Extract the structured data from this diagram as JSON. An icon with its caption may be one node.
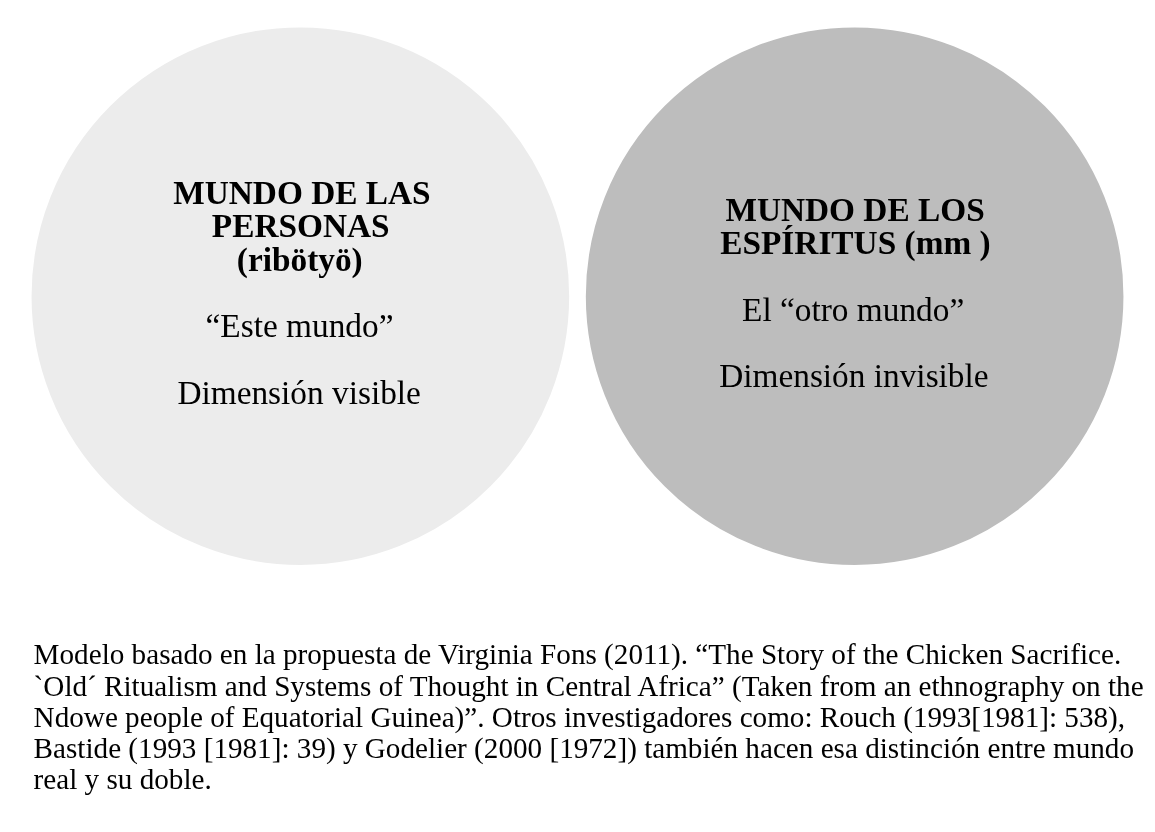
{
  "diagram": {
    "caption": "Modelo basado en la propuesta de Virginia Fons (2011). “The Story of the Chicken Sacrifice. `Old´ Ritualism and Systems of Thought in Central Africa” (Taken from an ethnography on the Ndowe people of Equatorial Guinea)”. Otros investigadores como: Rouch (1993[1981]: 538), Bastide (1993 [1981]: 39) y Godelier (2000 [1972]) también hacen esa distinción entre mundo real y su doble.",
    "nodes": [
      {
        "text": [
          "MUNDO DE LAS PERSONAS (ribötyö)",
          "“Este mundo”",
          "Dimensión visible"
        ]
      },
      {
        "text": [
          "MUNDO DE LOS ESPÍRITUS (mm )",
          "El “otro mundo”",
          "Dimensión invisible"
        ]
      }
    ],
    "edges": []
  }
}
